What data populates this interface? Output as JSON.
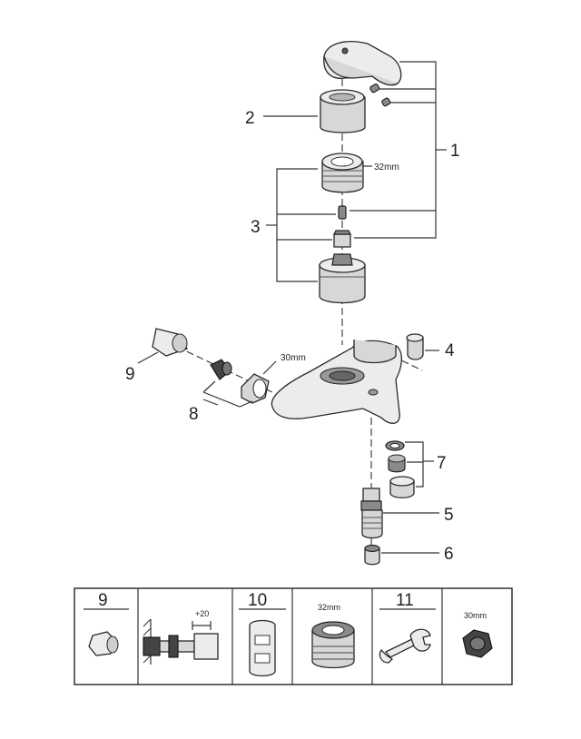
{
  "callouts": {
    "handle_set": "1",
    "cap_cover": "2",
    "cartridge_set": "3",
    "button": "4",
    "diverter": "5",
    "nut_bottom": "6",
    "aerator_set": "7",
    "sconnection_set": "8",
    "flange": "9"
  },
  "dimensions": {
    "cartridge_nut": "32mm",
    "wall_nut": "30mm"
  },
  "tools_table": {
    "cells": [
      {
        "number": "9",
        "label": ""
      },
      {
        "number": "",
        "label": "+20"
      },
      {
        "number": "10",
        "label": ""
      },
      {
        "number": "",
        "label": "32mm"
      },
      {
        "number": "11",
        "label": ""
      },
      {
        "number": "",
        "label": "30mm"
      }
    ]
  },
  "colors": {
    "line": "#2a2a2a",
    "part_fill": "#d7d7d7",
    "dark_fill": "#444444"
  }
}
